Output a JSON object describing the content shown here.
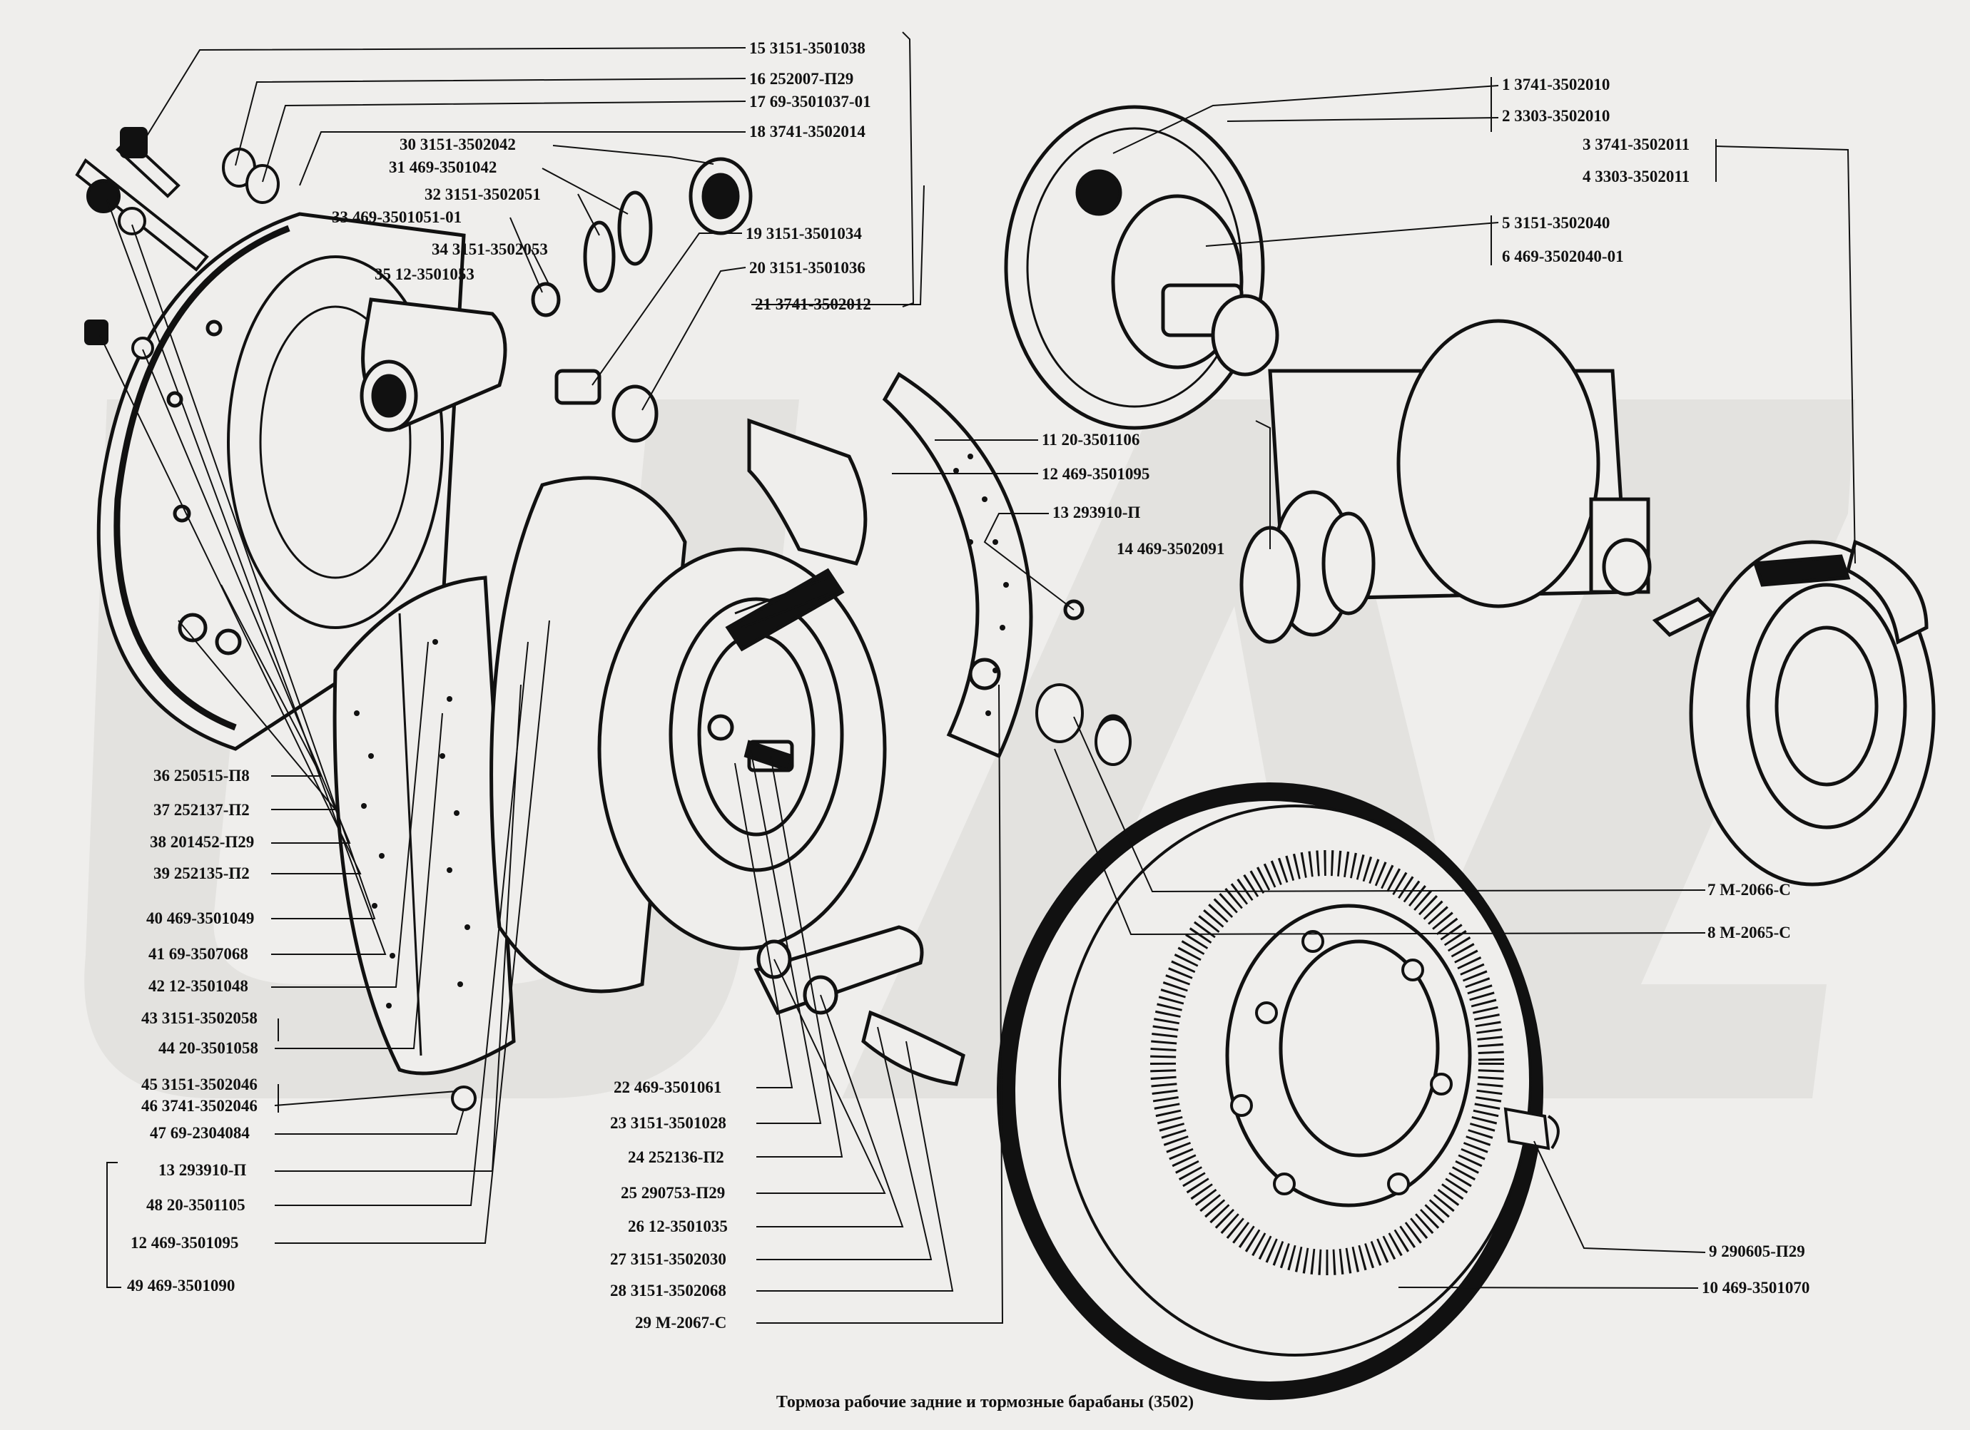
{
  "caption": "Тормоза рабочие задние и тормозные барабаны (3502)",
  "watermark": "UAZ",
  "colors": {
    "background": "#efeeec",
    "ink": "#111111",
    "watermark": "#d9d8d6"
  },
  "callouts": [
    {
      "num": "1",
      "part": "3741-3502010"
    },
    {
      "num": "2",
      "part": "3303-3502010"
    },
    {
      "num": "3",
      "part": "3741-3502011"
    },
    {
      "num": "4",
      "part": "3303-3502011"
    },
    {
      "num": "5",
      "part": "3151-3502040"
    },
    {
      "num": "6",
      "part": "469-3502040-01"
    },
    {
      "num": "7",
      "part": "М-2066-С"
    },
    {
      "num": "8",
      "part": "М-2065-С"
    },
    {
      "num": "9",
      "part": "290605-П29"
    },
    {
      "num": "10",
      "part": "469-3501070"
    },
    {
      "num": "11",
      "part": "20-3501106"
    },
    {
      "num": "12",
      "part": "469-3501095"
    },
    {
      "num": "13",
      "part": "293910-П"
    },
    {
      "num": "14",
      "part": "469-3502091"
    },
    {
      "num": "15",
      "part": "3151-3501038"
    },
    {
      "num": "16",
      "part": "252007-П29"
    },
    {
      "num": "17",
      "part": "69-3501037-01"
    },
    {
      "num": "18",
      "part": "3741-3502014"
    },
    {
      "num": "19",
      "part": "3151-3501034"
    },
    {
      "num": "20",
      "part": "3151-3501036"
    },
    {
      "num": "21",
      "part": "3741-3502012"
    },
    {
      "num": "22",
      "part": "469-3501061"
    },
    {
      "num": "23",
      "part": "3151-3501028"
    },
    {
      "num": "24",
      "part": "252136-П2"
    },
    {
      "num": "25",
      "part": "290753-П29"
    },
    {
      "num": "26",
      "part": "12-3501035"
    },
    {
      "num": "27",
      "part": "3151-3502030"
    },
    {
      "num": "28",
      "part": "3151-3502068"
    },
    {
      "num": "29",
      "part": "М-2067-С"
    },
    {
      "num": "30",
      "part": "3151-3502042"
    },
    {
      "num": "31",
      "part": "469-3501042"
    },
    {
      "num": "32",
      "part": "3151-3502051"
    },
    {
      "num": "33",
      "part": "469-3501051-01"
    },
    {
      "num": "34",
      "part": "3151-3502053"
    },
    {
      "num": "35",
      "part": "12-3501053"
    },
    {
      "num": "36",
      "part": "250515-П8"
    },
    {
      "num": "37",
      "part": "252137-П2"
    },
    {
      "num": "38",
      "part": "201452-П29"
    },
    {
      "num": "39",
      "part": "252135-П2"
    },
    {
      "num": "40",
      "part": "469-3501049"
    },
    {
      "num": "41",
      "part": "69-3507068"
    },
    {
      "num": "42",
      "part": "12-3501048"
    },
    {
      "num": "43",
      "part": "3151-3502058"
    },
    {
      "num": "44",
      "part": "20-3501058"
    },
    {
      "num": "45",
      "part": "3151-3502046"
    },
    {
      "num": "46",
      "part": "3741-3502046"
    },
    {
      "num": "47",
      "part": "69-2304084"
    },
    {
      "num": "13",
      "part": "293910-П"
    },
    {
      "num": "48",
      "part": "20-3501105"
    },
    {
      "num": "12",
      "part": "469-3501095"
    },
    {
      "num": "49",
      "part": "469-3501090"
    }
  ]
}
